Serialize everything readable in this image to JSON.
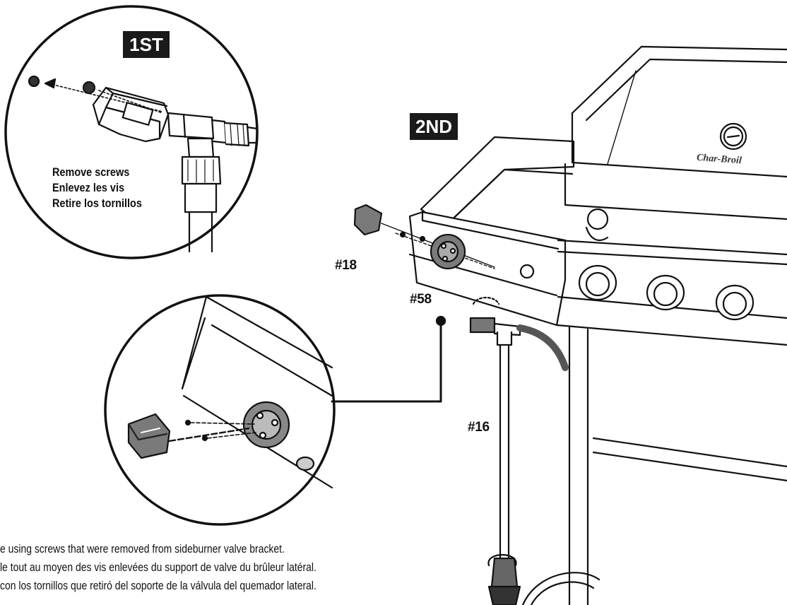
{
  "steps": {
    "first_badge": "1ST",
    "second_badge": "2ND"
  },
  "inset_top": {
    "lines": [
      "Remove screws",
      "Enlevez les vis",
      "Retire los tornillos"
    ]
  },
  "part_labels": {
    "knob": "#18",
    "bezel": "#58",
    "hose": "#16"
  },
  "brand": "Char-Broil",
  "footer": {
    "lines": [
      "e using screws that were removed from sideburner valve bracket.",
      "le tout au moyen des vis enlevées du support de valve du brûleur latéral.",
      " con los tornillos que retiró del soporte de la válvula del quemador lateral."
    ]
  }
}
